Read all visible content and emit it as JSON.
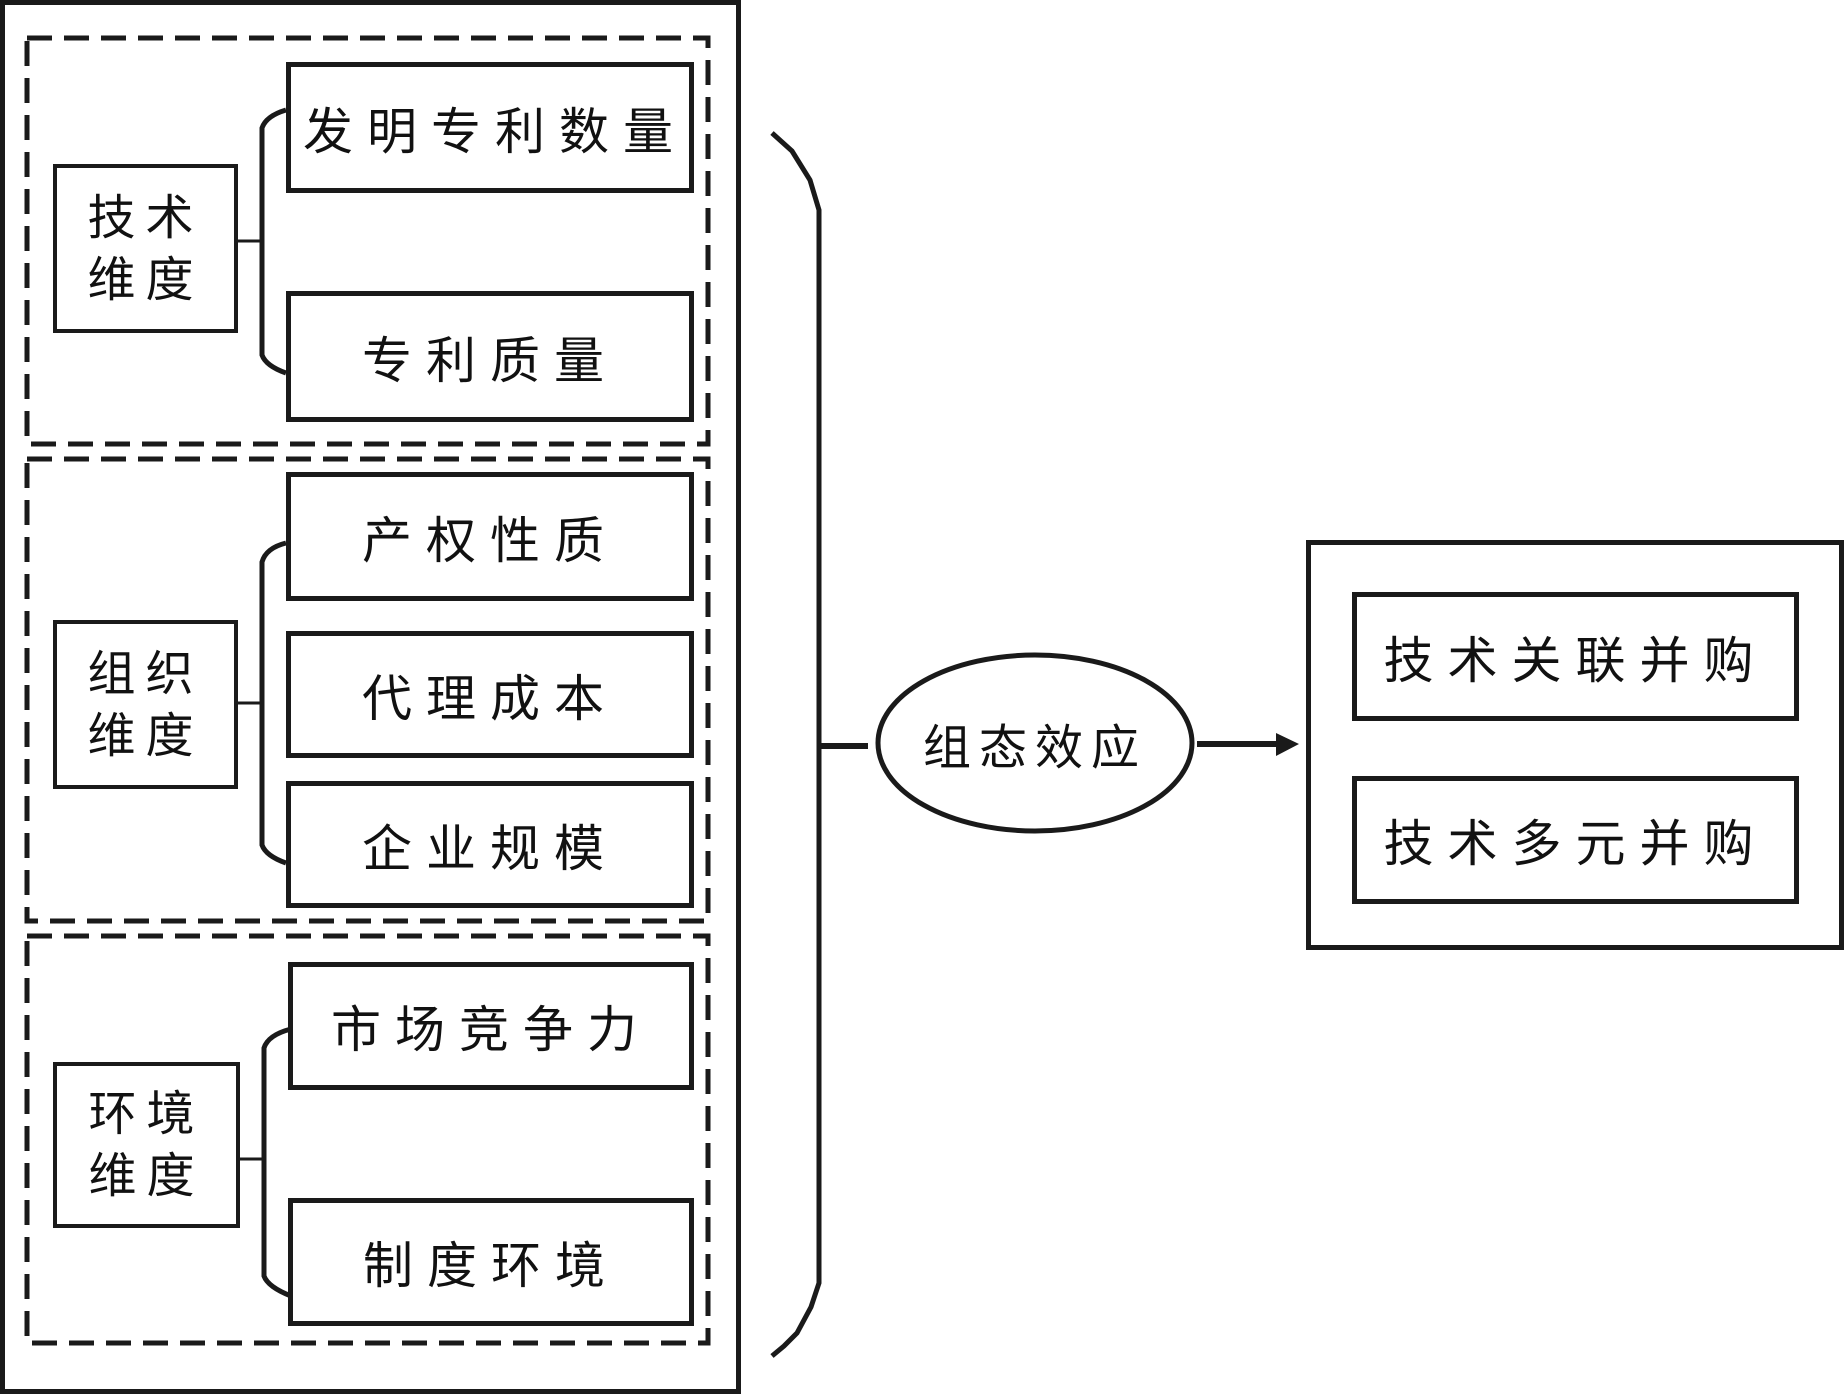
{
  "diagram": {
    "groups": [
      {
        "dimension": "技术维度",
        "factors": [
          "发明专利数量",
          "专利质量"
        ]
      },
      {
        "dimension": "组织维度",
        "factors": [
          "产权性质",
          "代理成本",
          "企业规模"
        ]
      },
      {
        "dimension": "环境维度",
        "factors": [
          "市场竞争力",
          "制度环境"
        ]
      }
    ],
    "center": {
      "label": "组态效应"
    },
    "outcomes": [
      "技术关联并购",
      "技术多元并购"
    ]
  },
  "colors": {
    "stroke": "#1a1a1a",
    "background": "#ffffff"
  }
}
